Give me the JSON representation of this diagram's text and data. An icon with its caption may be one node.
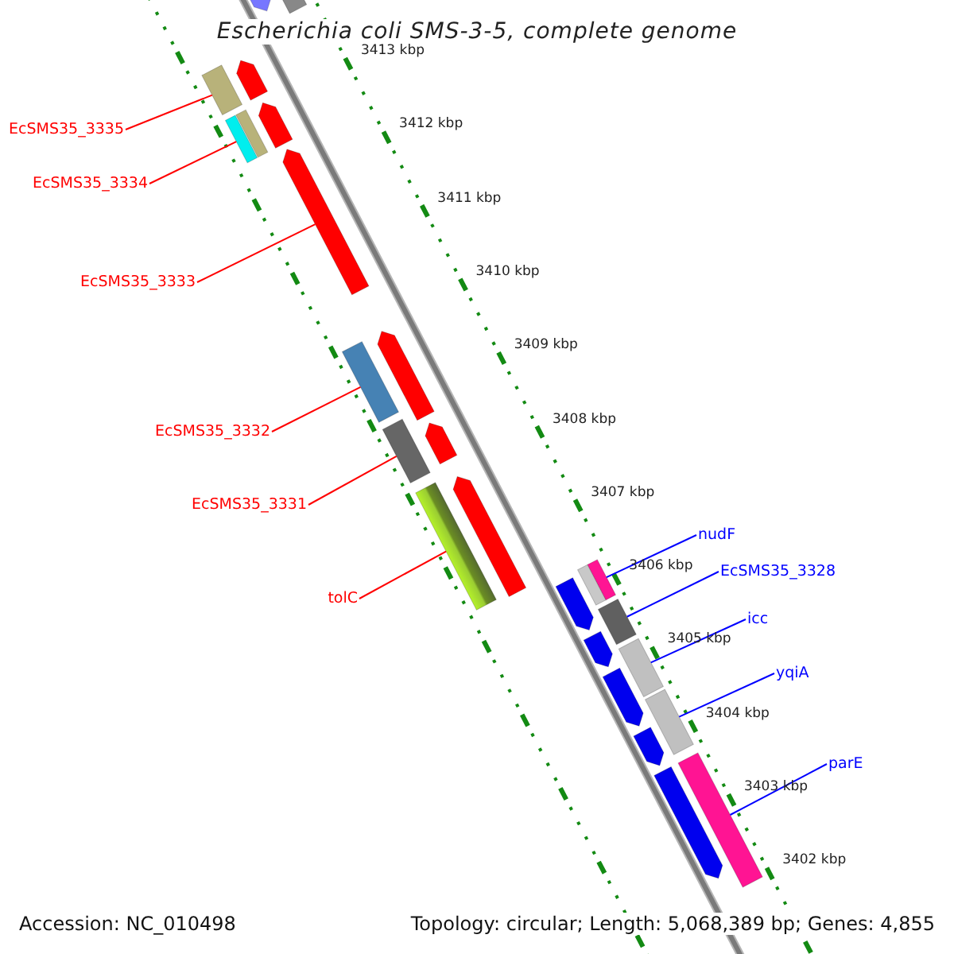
{
  "diagram": {
    "title": "Escherichia coli SMS-3-5, complete genome",
    "nodes": [
      {
        "text": [
          "EcSMS35_3335"
        ]
      },
      {
        "text": [
          "EcSMS35_3334"
        ]
      },
      {
        "text": [
          "EcSMS35_3333"
        ]
      },
      {
        "text": [
          "EcSMS35_3332"
        ]
      },
      {
        "text": [
          "EcSMS35_3331"
        ]
      },
      {
        "text": [
          "tolC"
        ]
      },
      {
        "text": [
          "nudF"
        ]
      },
      {
        "text": [
          "EcSMS35_3328"
        ]
      },
      {
        "text": [
          "icc"
        ]
      },
      {
        "text": [
          "yqiA"
        ]
      },
      {
        "text": [
          "parE"
        ]
      },
      {
        "text": [],
        "shape": "bar"
      },
      {
        "text": [],
        "shape": "bar"
      },
      {
        "text": [],
        "shape": "bar"
      },
      {
        "text": [],
        "shape": "bar"
      },
      {
        "text": [],
        "shape": "bar"
      },
      {
        "text": [],
        "shape": "bar"
      },
      {
        "text": [],
        "shape": "bar"
      },
      {
        "text": [],
        "shape": "bar"
      },
      {
        "text": [],
        "shape": "bar"
      },
      {
        "text": [],
        "shape": "bar"
      },
      {
        "text": [],
        "shape": "bar"
      },
      {
        "text": [],
        "shape": "bar"
      },
      {
        "text": [],
        "shape": "bar"
      },
      {
        "text": [],
        "shape": "bar"
      },
      {
        "text": [],
        "shape": "bar"
      },
      {
        "text": [],
        "shape": "bar"
      },
      {
        "text": [],
        "shape": "bar"
      },
      {
        "text": [],
        "shape": "bar"
      },
      {
        "text": [],
        "shape": "bar"
      },
      {
        "text": [],
        "shape": "bar"
      },
      {
        "text": [],
        "shape": "bar"
      },
      {
        "text": [],
        "shape": "bar"
      },
      {
        "text": [],
        "shape": "bar"
      },
      {
        "text": [],
        "shape": "bar"
      },
      {
        "text": [],
        "shape": "bar"
      }
    ],
    "edges": [
      {
        "from": 0,
        "to": 13,
        "arrow": "none"
      },
      {
        "from": 1,
        "to": 15,
        "arrow": "none"
      },
      {
        "from": 2,
        "to": 18,
        "arrow": "none"
      },
      {
        "from": 3,
        "to": 19,
        "arrow": "none"
      },
      {
        "from": 4,
        "to": 21,
        "arrow": "none"
      },
      {
        "from": 5,
        "to": 23,
        "arrow": "none"
      },
      {
        "from": 6,
        "to": 25,
        "arrow": "none",
        "color": "#0000ff"
      },
      {
        "from": 7,
        "to": 28,
        "arrow": "none",
        "color": "#0000ff"
      },
      {
        "from": 8,
        "to": 30,
        "arrow": "none",
        "color": "#0000ff"
      },
      {
        "from": 9,
        "to": 32,
        "arrow": "none",
        "color": "#0000ff"
      },
      {
        "from": 10,
        "to": 34,
        "arrow": "none",
        "color": "#0000ff"
      }
    ],
    "labels": [
      "3413 kbp",
      "3412 kbp",
      "3411 kbp",
      "3410 kbp",
      "3409 kbp",
      "3408 kbp",
      "3407 kbp",
      "3406 kbp",
      "3405 kbp",
      "3404 kbp",
      "3403 kbp",
      "3402 kbp",
      "Accession: NC_010498",
      "Topology: circular; Length: 5,068,389 bp; Genes: 4,855"
    ]
  }
}
